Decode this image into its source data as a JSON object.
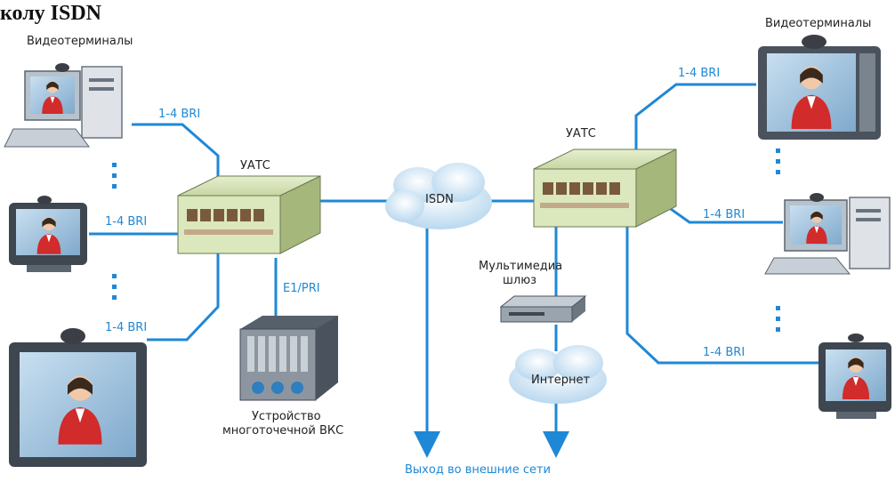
{
  "header": {
    "fragment": "колу ISDN"
  },
  "labels": {
    "video_terminals_left": "Видеотерминалы",
    "video_terminals_right": "Видеотерминалы",
    "bri_1": "1-4 BRI",
    "bri_2": "1-4 BRI",
    "bri_3": "1-4 BRI",
    "bri_4": "1-4 BRI",
    "bri_5": "1-4 BRI",
    "bri_6": "1-4 BRI",
    "uatc_left": "УАТС",
    "uatc_right": "УАТС",
    "isdn": "ISDN",
    "internet": "Интернет",
    "e1_pri": "E1/PRI",
    "gateway_line1": "Мультимедиа",
    "gateway_line2": "шлюз",
    "mcu_line1": "Устройство",
    "mcu_line2": "многоточечной ВКС",
    "exit": "Выход во внешние сети"
  },
  "colors": {
    "line": "#1e88d6",
    "device_green": "#d8e6b8",
    "device_dark": "#6b7a52",
    "screen": "#9ec3df",
    "person": "#d12b2b"
  }
}
